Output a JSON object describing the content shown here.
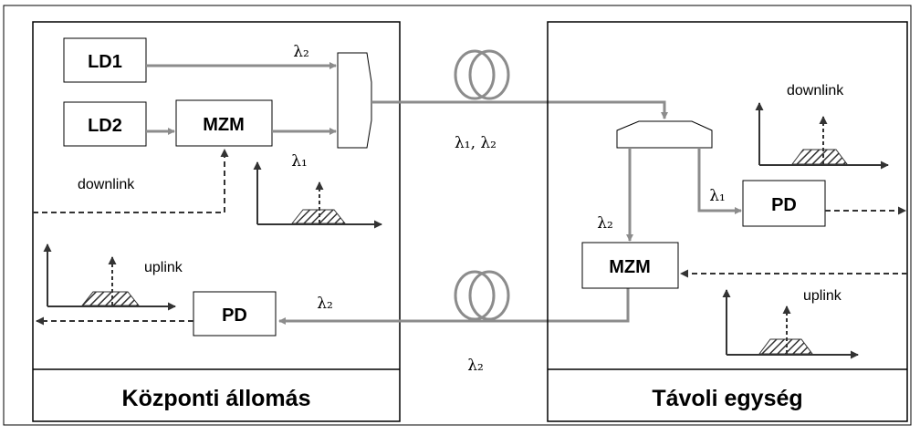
{
  "central": {
    "footer_label": "Központi állomás",
    "ld1_label": "LD1",
    "ld2_label": "LD2",
    "mzm_label": "MZM",
    "pd_label": "PD",
    "downlink_label": "downlink",
    "uplink_label": "uplink",
    "lambda2_top": "λ₂",
    "lambda1_label": "λ₁",
    "lambda2_uplink": "λ₂"
  },
  "fiber": {
    "downlink_wavelengths": "λ₁, λ₂",
    "uplink_wavelength": "λ₂"
  },
  "remote": {
    "footer_label": "Távoli egység",
    "mzm_label": "MZM",
    "pd_label": "PD",
    "downlink_label": "downlink",
    "uplink_label": "uplink",
    "lambda1_label": "λ₁",
    "lambda2_label": "λ₂"
  },
  "colors": {
    "optical_path": "#8c8c8c",
    "electrical_path": "#333333",
    "box_border": "#000000",
    "spectrum_hatch": "#555555"
  },
  "icons": [
    "optical-coupler-icon",
    "optical-splitter-icon",
    "fiber-coil-icon",
    "spectrum-plot-icon"
  ]
}
